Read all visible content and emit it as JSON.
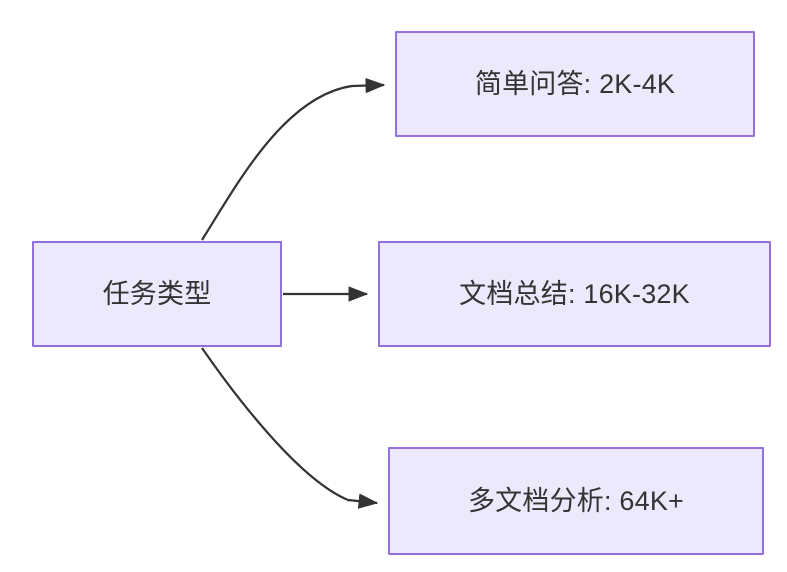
{
  "diagram": {
    "title": "任务类型",
    "type": "flowchart",
    "direction": "left-to-right",
    "background_color": "#ffffff",
    "node_fill_color": "#ebe9fb",
    "node_border_color": "#9370db",
    "node_text_color": "#333333",
    "edge_color": "#333333",
    "nodes": [
      {
        "id": "root",
        "label": "任务类型",
        "role": "root"
      },
      {
        "id": "simple-qa",
        "label": "简单问答: 2K-4K",
        "role": "leaf"
      },
      {
        "id": "doc-summary",
        "label": "文档总结: 16K-32K",
        "role": "leaf"
      },
      {
        "id": "multi-doc",
        "label": "多文档分析: 64K+",
        "role": "leaf"
      }
    ],
    "edges": [
      {
        "id": "edge-root-simple-qa",
        "from": "root",
        "to": "simple-qa",
        "label": "",
        "style": "curved-arrow"
      },
      {
        "id": "edge-root-doc-summary",
        "from": "root",
        "to": "doc-summary",
        "label": "",
        "style": "straight-arrow"
      },
      {
        "id": "edge-root-multi-doc",
        "from": "root",
        "to": "multi-doc",
        "label": "",
        "style": "curved-arrow"
      }
    ]
  }
}
